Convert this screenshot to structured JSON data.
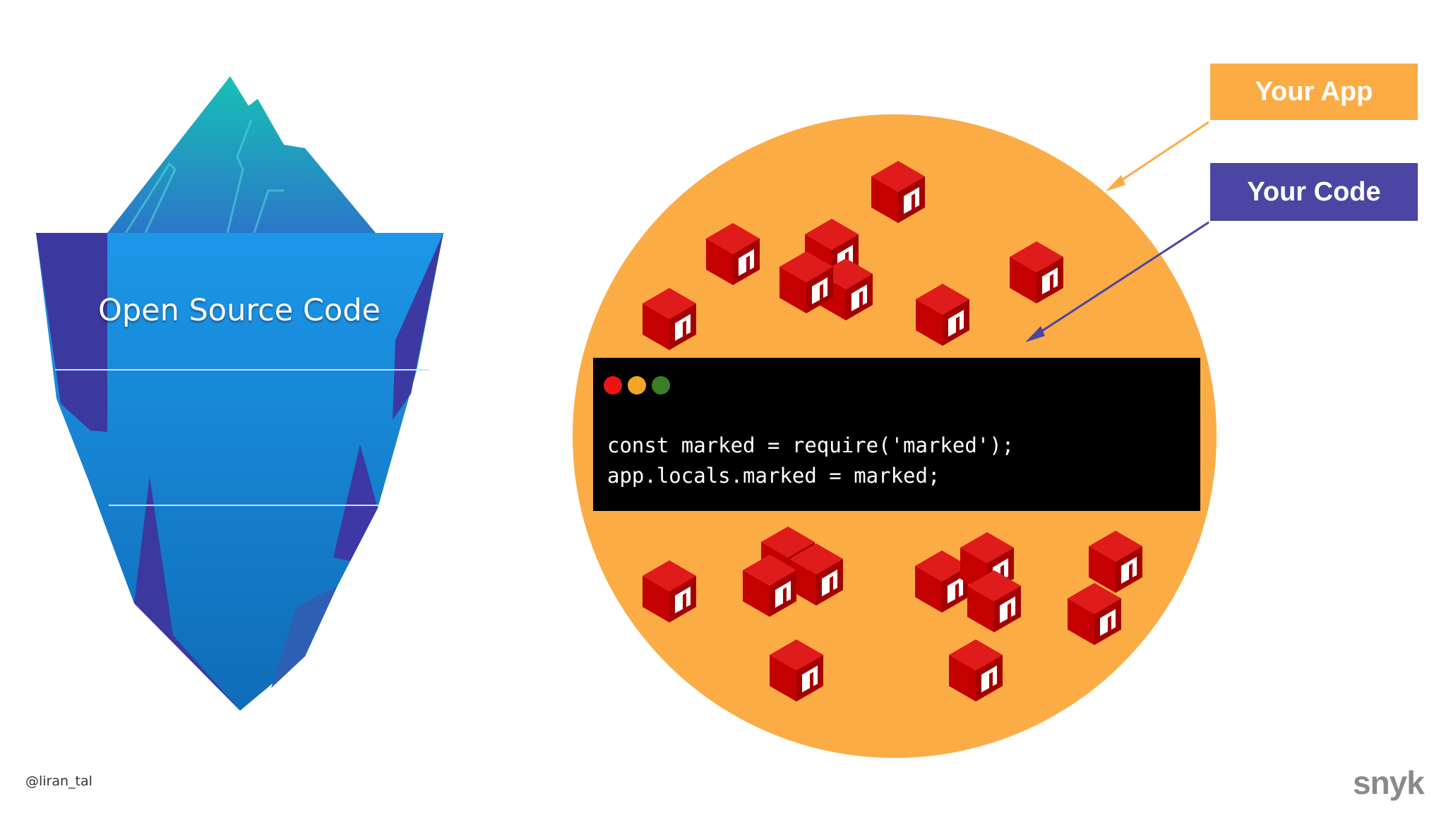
{
  "iceberg": {
    "title": "Open Source Code"
  },
  "code_window": {
    "traffic_lights": [
      "#ef1414",
      "#f3a623",
      "#3b7e28"
    ],
    "lines": [
      "const marked = require('marked');",
      "app.locals.marked = marked;"
    ]
  },
  "labels": {
    "your_app": "Your App",
    "your_code": "Your Code"
  },
  "colors": {
    "app_circle": "#fbac45",
    "your_code_box": "#4c45a3",
    "package_cube": "#cc0000",
    "iceberg_blue": "#1b8fe3",
    "iceberg_shadow": "#3b38a0",
    "iceberg_tip": "#19b7b9"
  },
  "icons": {
    "package": "npm-package-cube-icon"
  },
  "footer": {
    "handle": "@liran_tal",
    "logo": "snyk"
  }
}
